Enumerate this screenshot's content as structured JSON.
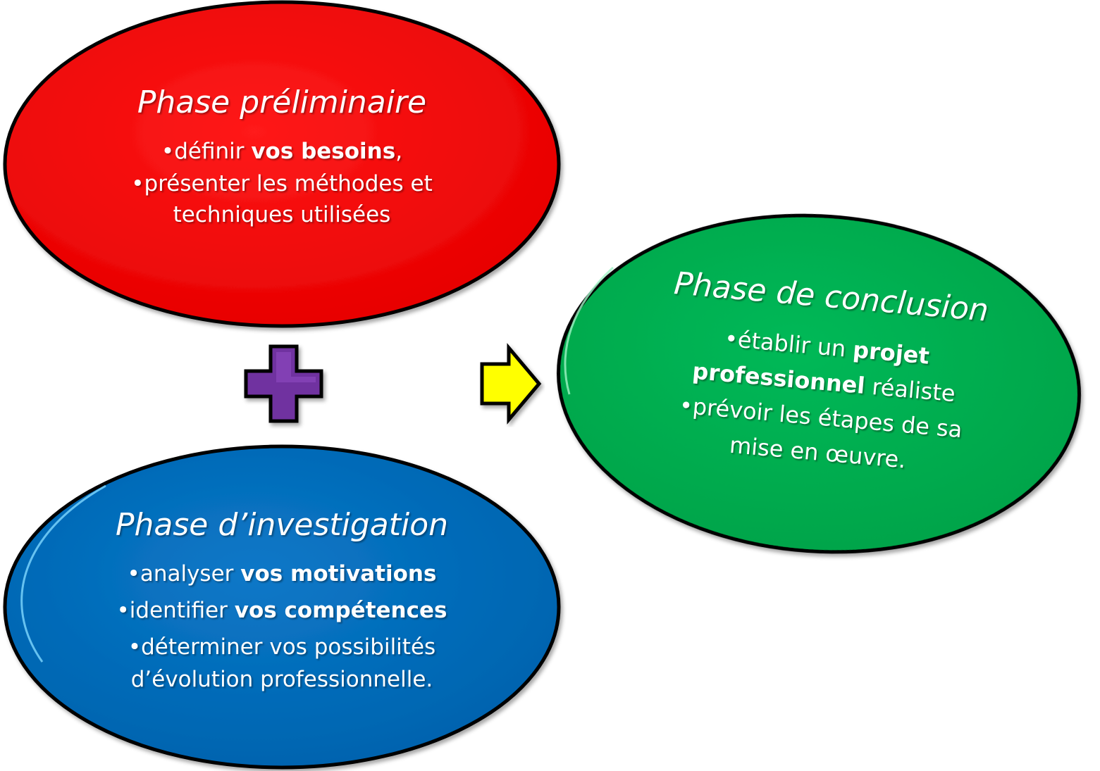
{
  "colors": {
    "red": "#ff0000",
    "blue": "#0070c0",
    "green": "#00b050",
    "plus": "#7030a0",
    "arrow": "#ffff00",
    "outline": "#000000",
    "text": "#ffffff"
  },
  "phases": {
    "preliminaire": {
      "title": "Phase préliminaire",
      "l1_pre": "•définir ",
      "l1_bold": "vos besoins",
      "l1_post": ",",
      "l2": "•présenter les méthodes et",
      "l3": "techniques utilisées"
    },
    "investigation": {
      "title": "Phase d’investigation",
      "l1_pre": "•analyser ",
      "l1_bold": "vos motivations",
      "l2_pre": "•identifier ",
      "l2_bold": "vos compétences",
      "l3": "•déterminer vos possibilités",
      "l4": "d’évolution professionnelle."
    },
    "conclusion": {
      "title": "Phase de conclusion",
      "l1_pre": "•établir un ",
      "l1_bold": "projet",
      "l2_bold": "professionnel",
      "l2_post": " réaliste",
      "l3": "•prévoir les étapes de sa",
      "l4": "mise en œuvre."
    }
  },
  "icons": {
    "plus": "plus-icon",
    "arrow": "arrow-right-icon"
  }
}
